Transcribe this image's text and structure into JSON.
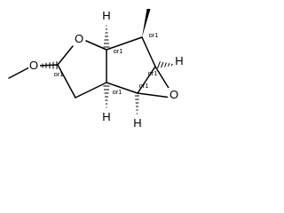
{
  "molecule": {
    "atoms": {
      "ring_oxygen": "O",
      "methoxy_oxygen": "O",
      "epoxide_oxygen": "O",
      "h_top_junction": "H",
      "h_epoxide_right": "H",
      "h_bottom_junction": "H",
      "h_epoxide_bottom": "H"
    },
    "stereo_labels": {
      "c_acetal": "or1",
      "c_top_junction": "or1",
      "c_methyl": "or1",
      "c_epoxide_right": "or1",
      "c_bottom_junction": "or1",
      "c_epoxide_left": "or1"
    }
  }
}
